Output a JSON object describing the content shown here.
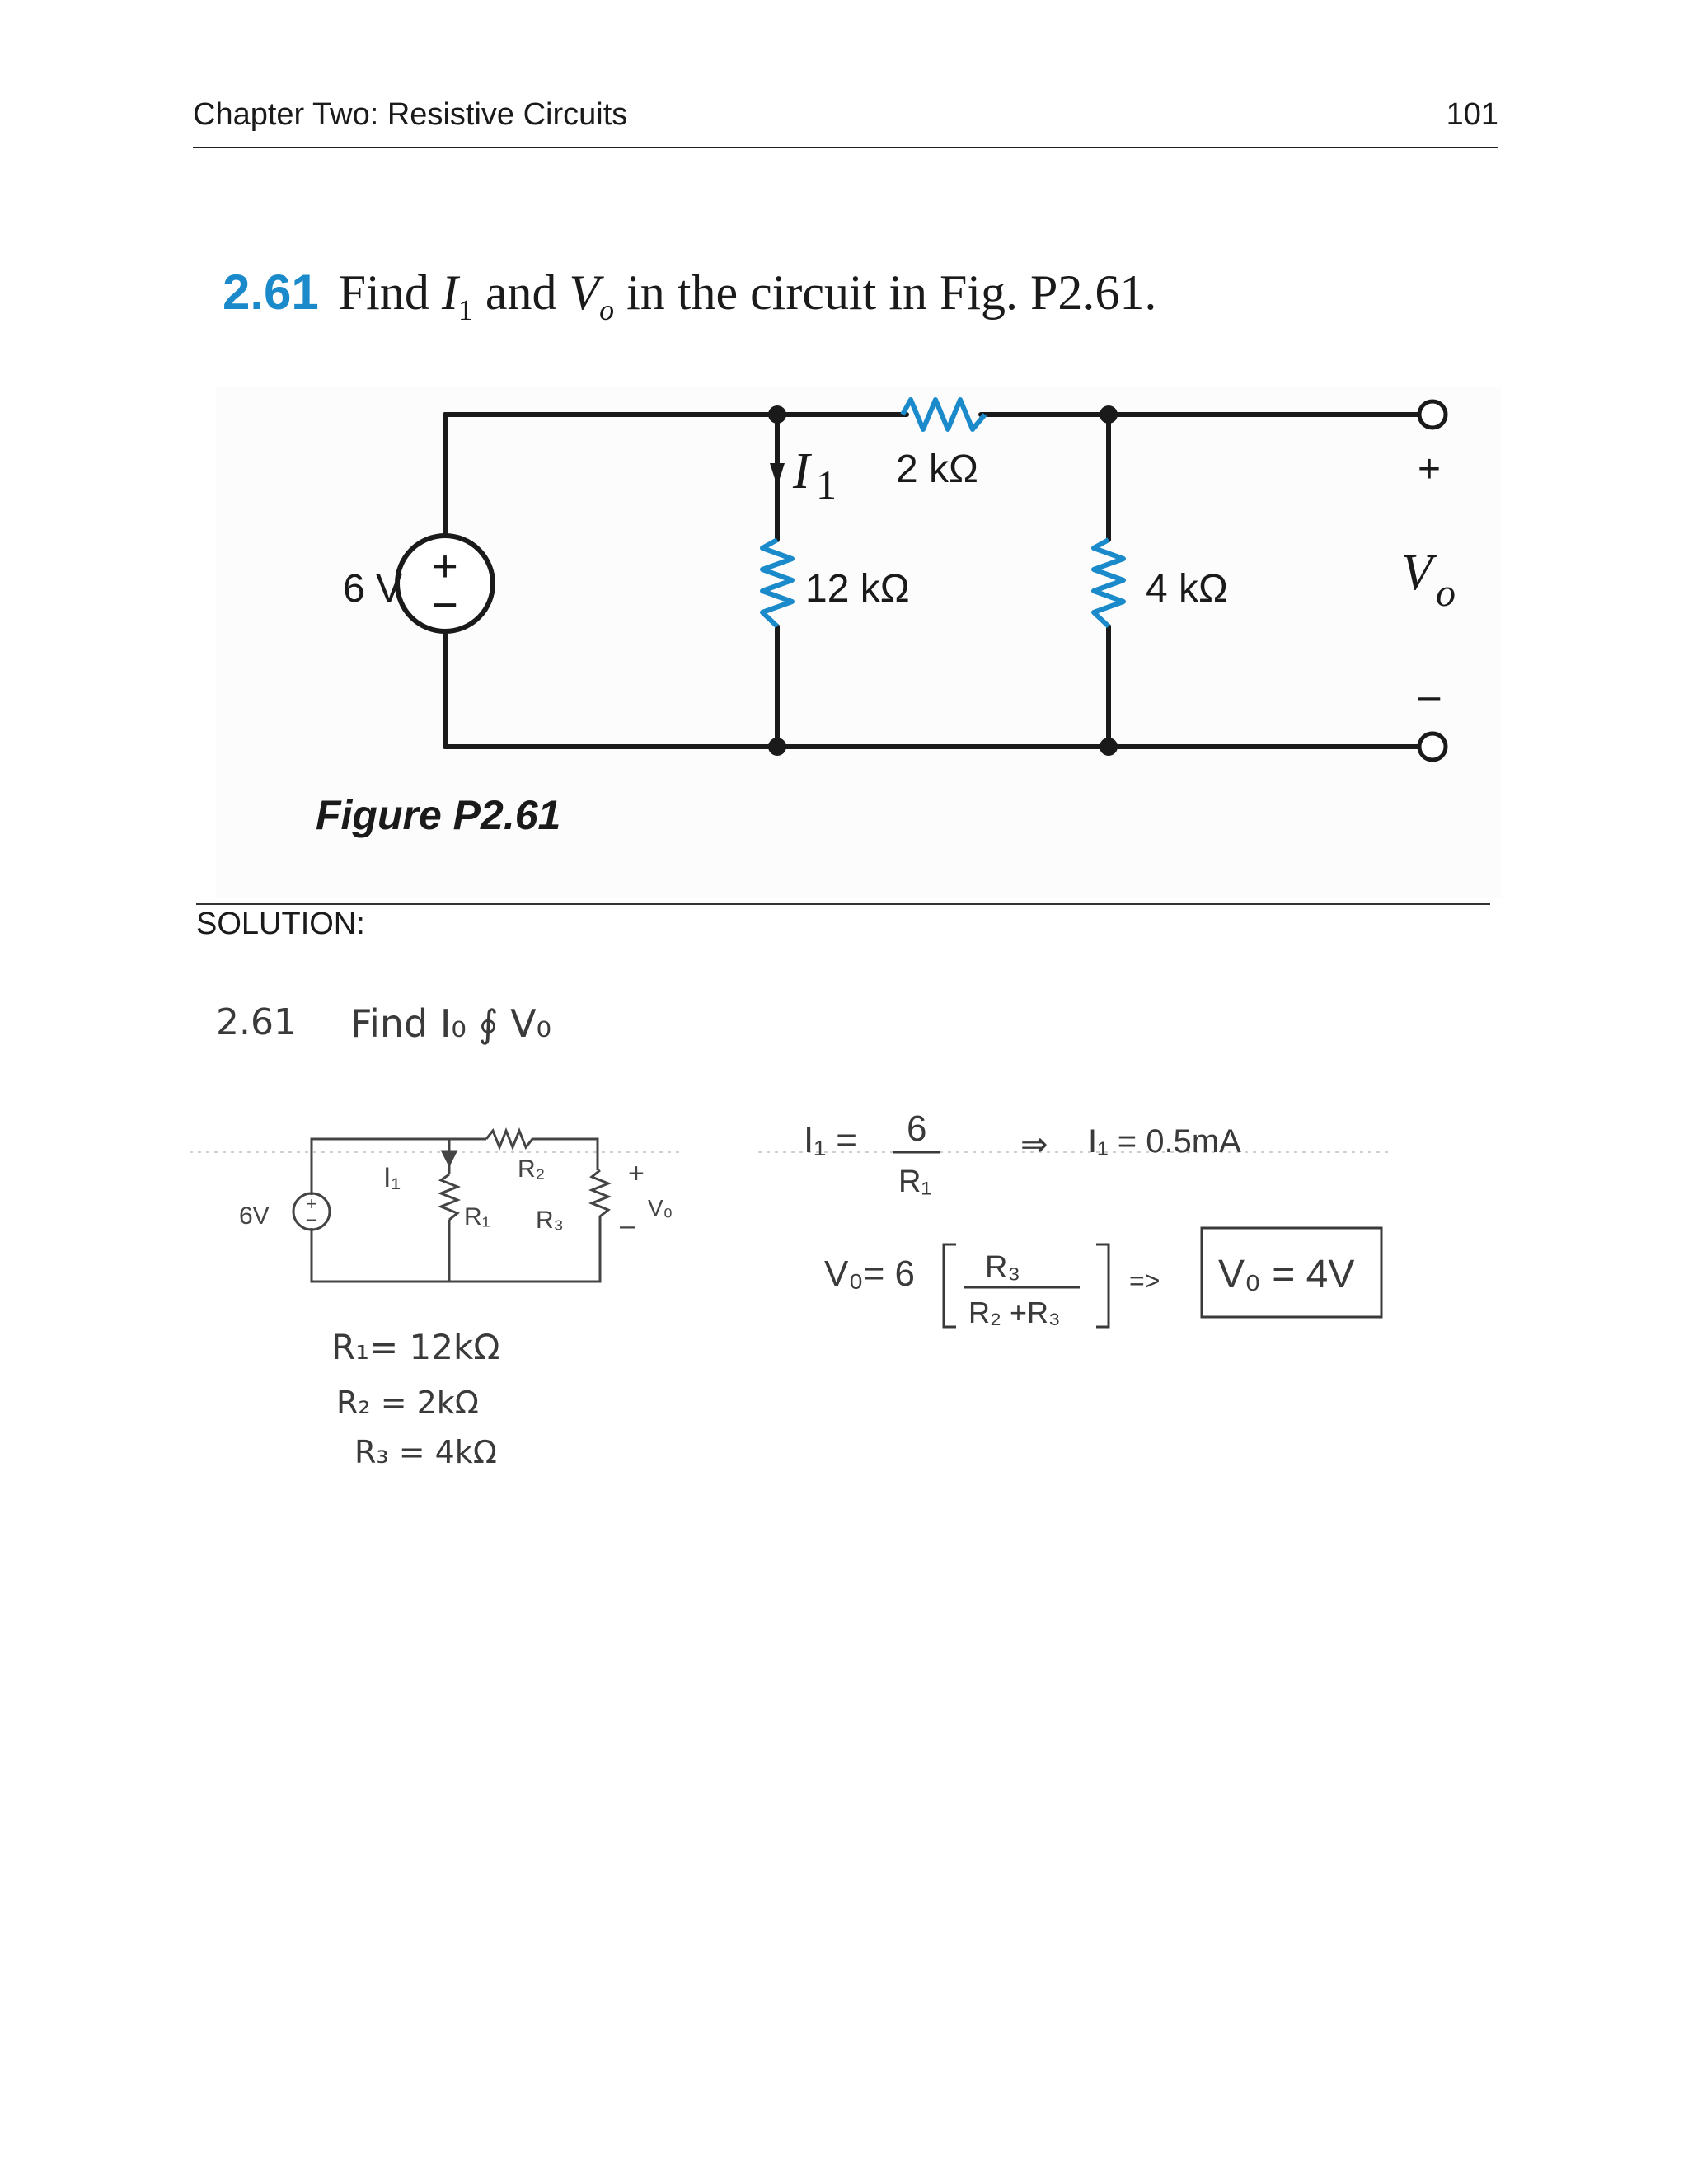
{
  "header": {
    "title": "Chapter Two: Resistive Circuits",
    "page_number": "101"
  },
  "problem": {
    "number": "2.61",
    "text_before_i": "Find ",
    "i_symbol": "I",
    "i_sub": "1",
    "text_and": " and ",
    "v_symbol": "V",
    "v_sub": "o",
    "text_after": " in the circuit in Fig. P2.61."
  },
  "figure": {
    "source_label": "6 V",
    "source_plus": "+",
    "source_minus": "−",
    "current_label": "I",
    "current_sub": "1",
    "r_series": "2 kΩ",
    "r1": "12 kΩ",
    "r3": "4 kΩ",
    "out_plus": "+",
    "out_minus": "–",
    "out_label": "V",
    "out_sub": "o",
    "caption": "Figure P2.61"
  },
  "solution": {
    "label": "SOLUTION:",
    "hand_number": "2.61",
    "hand_find": "Find I₀ ∮ V₀",
    "sketch": {
      "source": "6V",
      "i1": "I₁",
      "r1": "R₁",
      "r2": "R₂",
      "r3": "R₃",
      "plus": "+",
      "minus": "–",
      "vo": "V₀"
    },
    "values": [
      "R₁= 12kΩ",
      "R₂ = 2kΩ",
      "R₃ = 4kΩ"
    ],
    "eq1_lhs": "I₁ =",
    "eq1_num": "6",
    "eq1_den": "R₁",
    "eq1_arrow": "⇒",
    "eq1_result": "I₁ = 0.5mA",
    "eq2_lhs": "V₀= 6",
    "eq2_num": "R₃",
    "eq2_den": "R₂ +R₃",
    "eq2_arrow": "=>",
    "eq2_result": "V₀ = 4V"
  }
}
